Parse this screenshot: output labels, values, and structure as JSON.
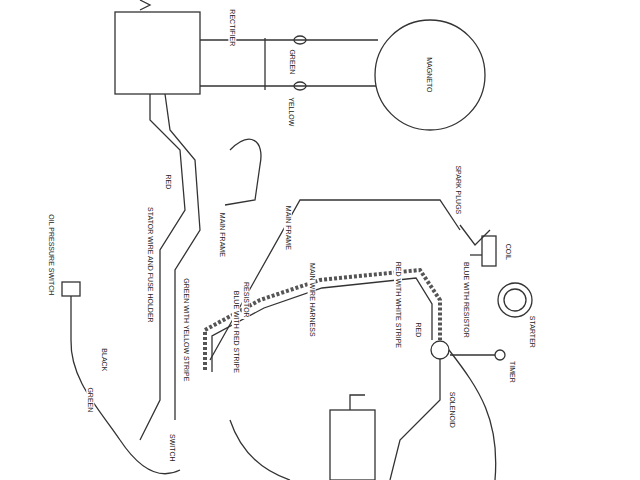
{
  "diagram": {
    "nodes": [
      {
        "text": [
          "MAGNETO"
        ]
      }
    ],
    "labels": [
      "RECTIFIER",
      "GREEN",
      "YELLOW",
      "STATOR WIRE AND FUSE HOLDER",
      "RED",
      "MAIN FRAME",
      "MAIN FRAME",
      "OIL PRESSURE SWITCH",
      "RESISTOR",
      "MAIN WIRE HARNESS",
      "GREEN WITH YELLOW STRIPE",
      "BLUE WITH RED STRIPE",
      "RED WITH WHITE STRIPE",
      "BLUE WITH RESISTOR",
      "SPARK PLUGS",
      "COIL",
      "TIMER",
      "STARTER",
      "SOLENOID",
      "RED",
      "BLACK",
      "GREEN",
      "SWITCH"
    ]
  }
}
